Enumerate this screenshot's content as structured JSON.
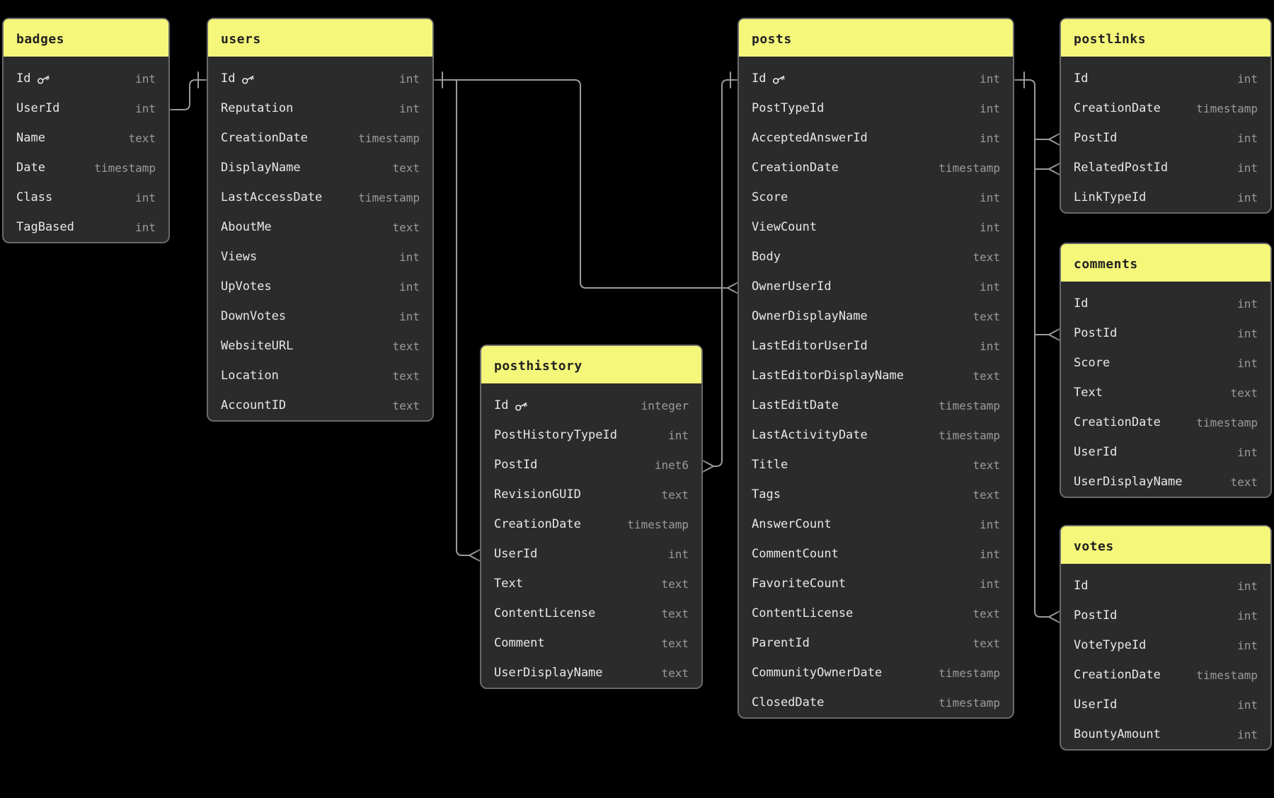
{
  "app": {
    "view_title": "database schema diagram"
  },
  "colors": {
    "background": "#000000",
    "header": "#f5f77a",
    "table_bg": "#2b2b2b",
    "table_border": "#6a6a6a",
    "column_name": "#e8e8e8",
    "column_type": "#9a9a9a",
    "wire": "#9b9b9b",
    "title_text": "#222222"
  },
  "tables": [
    {
      "id": "badges",
      "title": "badges",
      "columns": [
        {
          "name": "Id",
          "type": "int",
          "key": true
        },
        {
          "name": "UserId",
          "type": "int"
        },
        {
          "name": "Name",
          "type": "text"
        },
        {
          "name": "Date",
          "type": "timestamp"
        },
        {
          "name": "Class",
          "type": "int"
        },
        {
          "name": "TagBased",
          "type": "int"
        }
      ]
    },
    {
      "id": "users",
      "title": "users",
      "columns": [
        {
          "name": "Id",
          "type": "int",
          "key": true
        },
        {
          "name": "Reputation",
          "type": "int"
        },
        {
          "name": "CreationDate",
          "type": "timestamp"
        },
        {
          "name": "DisplayName",
          "type": "text"
        },
        {
          "name": "LastAccessDate",
          "type": "timestamp"
        },
        {
          "name": "AboutMe",
          "type": "text"
        },
        {
          "name": "Views",
          "type": "int"
        },
        {
          "name": "UpVotes",
          "type": "int"
        },
        {
          "name": "DownVotes",
          "type": "int"
        },
        {
          "name": "WebsiteURL",
          "type": "text"
        },
        {
          "name": "Location",
          "type": "text"
        },
        {
          "name": "AccountID",
          "type": "text"
        }
      ]
    },
    {
      "id": "posthistory",
      "title": "posthistory",
      "columns": [
        {
          "name": "Id",
          "type": "integer",
          "key": true
        },
        {
          "name": "PostHistoryTypeId",
          "type": "int"
        },
        {
          "name": "PostId",
          "type": "inet6"
        },
        {
          "name": "RevisionGUID",
          "type": "text"
        },
        {
          "name": "CreationDate",
          "type": "timestamp"
        },
        {
          "name": "UserId",
          "type": "int"
        },
        {
          "name": "Text",
          "type": "text"
        },
        {
          "name": "ContentLicense",
          "type": "text"
        },
        {
          "name": "Comment",
          "type": "text"
        },
        {
          "name": "UserDisplayName",
          "type": "text"
        }
      ]
    },
    {
      "id": "posts",
      "title": "posts",
      "columns": [
        {
          "name": "Id",
          "type": "int",
          "key": true
        },
        {
          "name": "PostTypeId",
          "type": "int"
        },
        {
          "name": "AcceptedAnswerId",
          "type": "int"
        },
        {
          "name": "CreationDate",
          "type": "timestamp"
        },
        {
          "name": "Score",
          "type": "int"
        },
        {
          "name": "ViewCount",
          "type": "int"
        },
        {
          "name": "Body",
          "type": "text"
        },
        {
          "name": "OwnerUserId",
          "type": "int"
        },
        {
          "name": "OwnerDisplayName",
          "type": "text"
        },
        {
          "name": "LastEditorUserId",
          "type": "int"
        },
        {
          "name": "LastEditorDisplayName",
          "type": "text"
        },
        {
          "name": "LastEditDate",
          "type": "timestamp"
        },
        {
          "name": "LastActivityDate",
          "type": "timestamp"
        },
        {
          "name": "Title",
          "type": "text"
        },
        {
          "name": "Tags",
          "type": "text"
        },
        {
          "name": "AnswerCount",
          "type": "int"
        },
        {
          "name": "CommentCount",
          "type": "int"
        },
        {
          "name": "FavoriteCount",
          "type": "int"
        },
        {
          "name": "ContentLicense",
          "type": "text"
        },
        {
          "name": "ParentId",
          "type": "text"
        },
        {
          "name": "CommunityOwnerDate",
          "type": "timestamp"
        },
        {
          "name": "ClosedDate",
          "type": "timestamp"
        }
      ]
    },
    {
      "id": "postlinks",
      "title": "postlinks",
      "columns": [
        {
          "name": "Id",
          "type": "int"
        },
        {
          "name": "CreationDate",
          "type": "timestamp"
        },
        {
          "name": "PostId",
          "type": "int"
        },
        {
          "name": "RelatedPostId",
          "type": "int"
        },
        {
          "name": "LinkTypeId",
          "type": "int"
        }
      ]
    },
    {
      "id": "comments",
      "title": "comments",
      "columns": [
        {
          "name": "Id",
          "type": "int"
        },
        {
          "name": "PostId",
          "type": "int"
        },
        {
          "name": "Score",
          "type": "int"
        },
        {
          "name": "Text",
          "type": "text"
        },
        {
          "name": "CreationDate",
          "type": "timestamp"
        },
        {
          "name": "UserId",
          "type": "int"
        },
        {
          "name": "UserDisplayName",
          "type": "text"
        }
      ]
    },
    {
      "id": "votes",
      "title": "votes",
      "columns": [
        {
          "name": "Id",
          "type": "int"
        },
        {
          "name": "PostId",
          "type": "int"
        },
        {
          "name": "VoteTypeId",
          "type": "int"
        },
        {
          "name": "CreationDate",
          "type": "timestamp"
        },
        {
          "name": "UserId",
          "type": "int"
        },
        {
          "name": "BountyAmount",
          "type": "int"
        }
      ]
    }
  ],
  "relationships": [
    {
      "from": "badges.UserId",
      "to": "users.Id",
      "to_marker": "one"
    },
    {
      "from": "users.Id",
      "from_marker": "one",
      "to": "posts.OwnerUserId",
      "to_marker": "many"
    },
    {
      "from": "users.Id",
      "to": "posthistory.UserId",
      "to_marker": "many"
    },
    {
      "from": "posts.Id",
      "from_marker": "one",
      "to": "posthistory.PostId",
      "to_marker": "many"
    },
    {
      "from": "posts.Id",
      "from_marker": "one",
      "to": "postlinks.PostId",
      "to_marker": "many"
    },
    {
      "from": "posts.Id",
      "to": "postlinks.RelatedPostId",
      "to_marker": "many"
    },
    {
      "from": "posts.Id",
      "to": "comments.PostId",
      "to_marker": "many"
    },
    {
      "from": "posts.Id",
      "to": "votes.PostId",
      "to_marker": "many"
    }
  ]
}
